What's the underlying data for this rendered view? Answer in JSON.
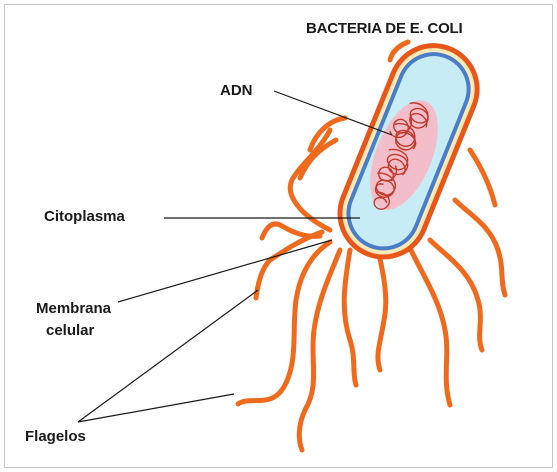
{
  "diagram": {
    "title": "BACTERIA DE E. COLI",
    "labels": {
      "dna": "ADN",
      "cytoplasm": "Citoplasma",
      "membrane_line1": "Membrana",
      "membrane_line2": "celular",
      "flagella": "Flagelos"
    },
    "colors": {
      "flagella": "#f06a1e",
      "capsule_outer": "#e8561a",
      "capsule_inner": "#fbe9b8",
      "membrane": "#4a7dc9",
      "cytoplasm": "#c8ecf5",
      "dna": "#c0392b",
      "dna_bg": "#f7b9c4",
      "leader_line": "#1a1a1a"
    }
  }
}
